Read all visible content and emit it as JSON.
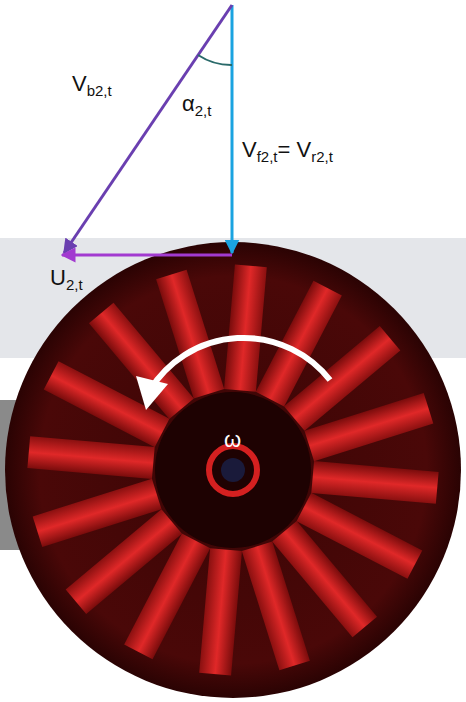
{
  "diagram": {
    "labels": [
      "Vb2,t",
      "α2,t",
      "Vf2,t= Vr2,t",
      "U2,t",
      "ω"
    ]
  }
}
